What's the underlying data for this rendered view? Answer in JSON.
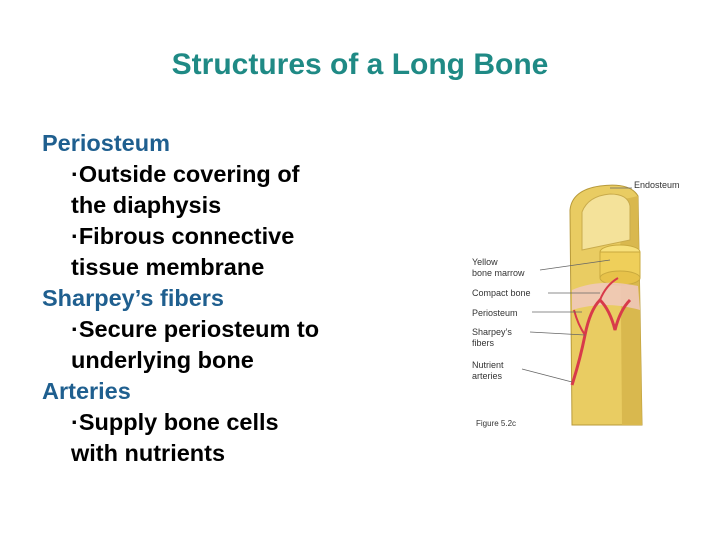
{
  "title": "Structures of a Long Bone",
  "sections": [
    {
      "heading": "Periosteum",
      "bullets": [
        [
          "·Outside covering of",
          "the diaphysis"
        ],
        [
          "·Fibrous connective",
          "tissue membrane"
        ]
      ]
    },
    {
      "heading": "Sharpey’s fibers",
      "bullets": [
        [
          "·Secure periosteum to",
          "underlying bone"
        ]
      ]
    },
    {
      "heading": "Arteries",
      "bullets": [
        [
          "·Supply bone cells",
          "with nutrients"
        ]
      ]
    }
  ],
  "figure": {
    "labels": {
      "endosteum": "Endosteum",
      "yellow1": "Yellow",
      "yellow2": "bone marrow",
      "compact": "Compact bone",
      "periosteum": "Periosteum",
      "sharpey1": "Sharpey’s",
      "sharpey2": "fibers",
      "nutrient1": "Nutrient",
      "nutrient2": "arteries"
    },
    "caption": "Figure 5.2c",
    "colors": {
      "bone": "#e9cc62",
      "marrow": "#f2d56c",
      "artery": "#d83a4a",
      "periosteum": "#f0c8bf"
    }
  }
}
